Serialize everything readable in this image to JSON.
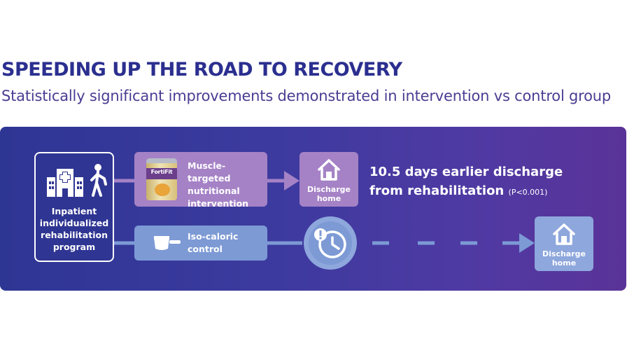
{
  "header": {
    "title": "SPEEDING UP THE ROAD TO RECOVERY",
    "subtitle": "Statistically significant improvements demonstrated in intervention vs control group"
  },
  "diagram": {
    "start": {
      "label_lines": [
        "Inpatient",
        "individualized",
        "rehabilitation",
        "program"
      ],
      "icons": [
        "hospital-icon",
        "walking-person-icon"
      ]
    },
    "intervention": {
      "label_lines": [
        "Muscle-targeted",
        "nutritional",
        "intervention"
      ],
      "product_brand": "FortiFit",
      "discharge_lines": [
        "Discharge",
        "home"
      ],
      "result_line1": "10.5 days earlier discharge",
      "result_line2": "from rehabilitation",
      "p_value": "(P<0.001)"
    },
    "control": {
      "label_lines": [
        "Iso-caloric",
        "control"
      ],
      "icons": [
        "scoop-icon",
        "clock-alert-icon"
      ],
      "discharge_lines": [
        "Discharge",
        "home"
      ]
    }
  },
  "colors": {
    "title": "#2b2f8f",
    "subtitle": "#4a3d93",
    "panel_start": "#2e3694",
    "panel_end": "#5a3398",
    "intervention_box": "#a582c6",
    "control_box": "#7d9ad5",
    "discharge_control_box": "#8ea7dc"
  }
}
